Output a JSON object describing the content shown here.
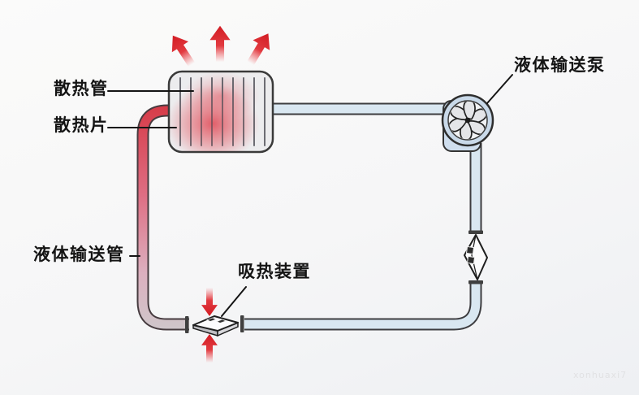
{
  "labels": {
    "radiator_pipe": "散热管",
    "radiator_fin": "散热片",
    "pump": "液体输送泵",
    "transport_pipe": "液体输送管",
    "heat_absorber": "吸热装置"
  },
  "watermark": "xonhuaxi7",
  "colors": {
    "background": "#f6f6f8",
    "outline": "#3a3a3a",
    "cold_pipe": "#d9e7f1",
    "hot_pipe": "#d63b48",
    "hot_pipe_faded": "#cfc6ca",
    "radiator_body": "#ececee",
    "radiator_fin_line": "#56565e",
    "heat_glow": "#df3e4b",
    "arrow_red": "#dc1f26",
    "pump_ring": "#c9d9e9",
    "pump_blade": "#e4e5e8",
    "label_text": "#141414"
  },
  "icons": {
    "pump_fan": "pinwheel-fan-icon",
    "heat_out_arrows": "three-red-up-arrows-icon",
    "heat_in_arrows": "red-inward-arrows-icon"
  }
}
